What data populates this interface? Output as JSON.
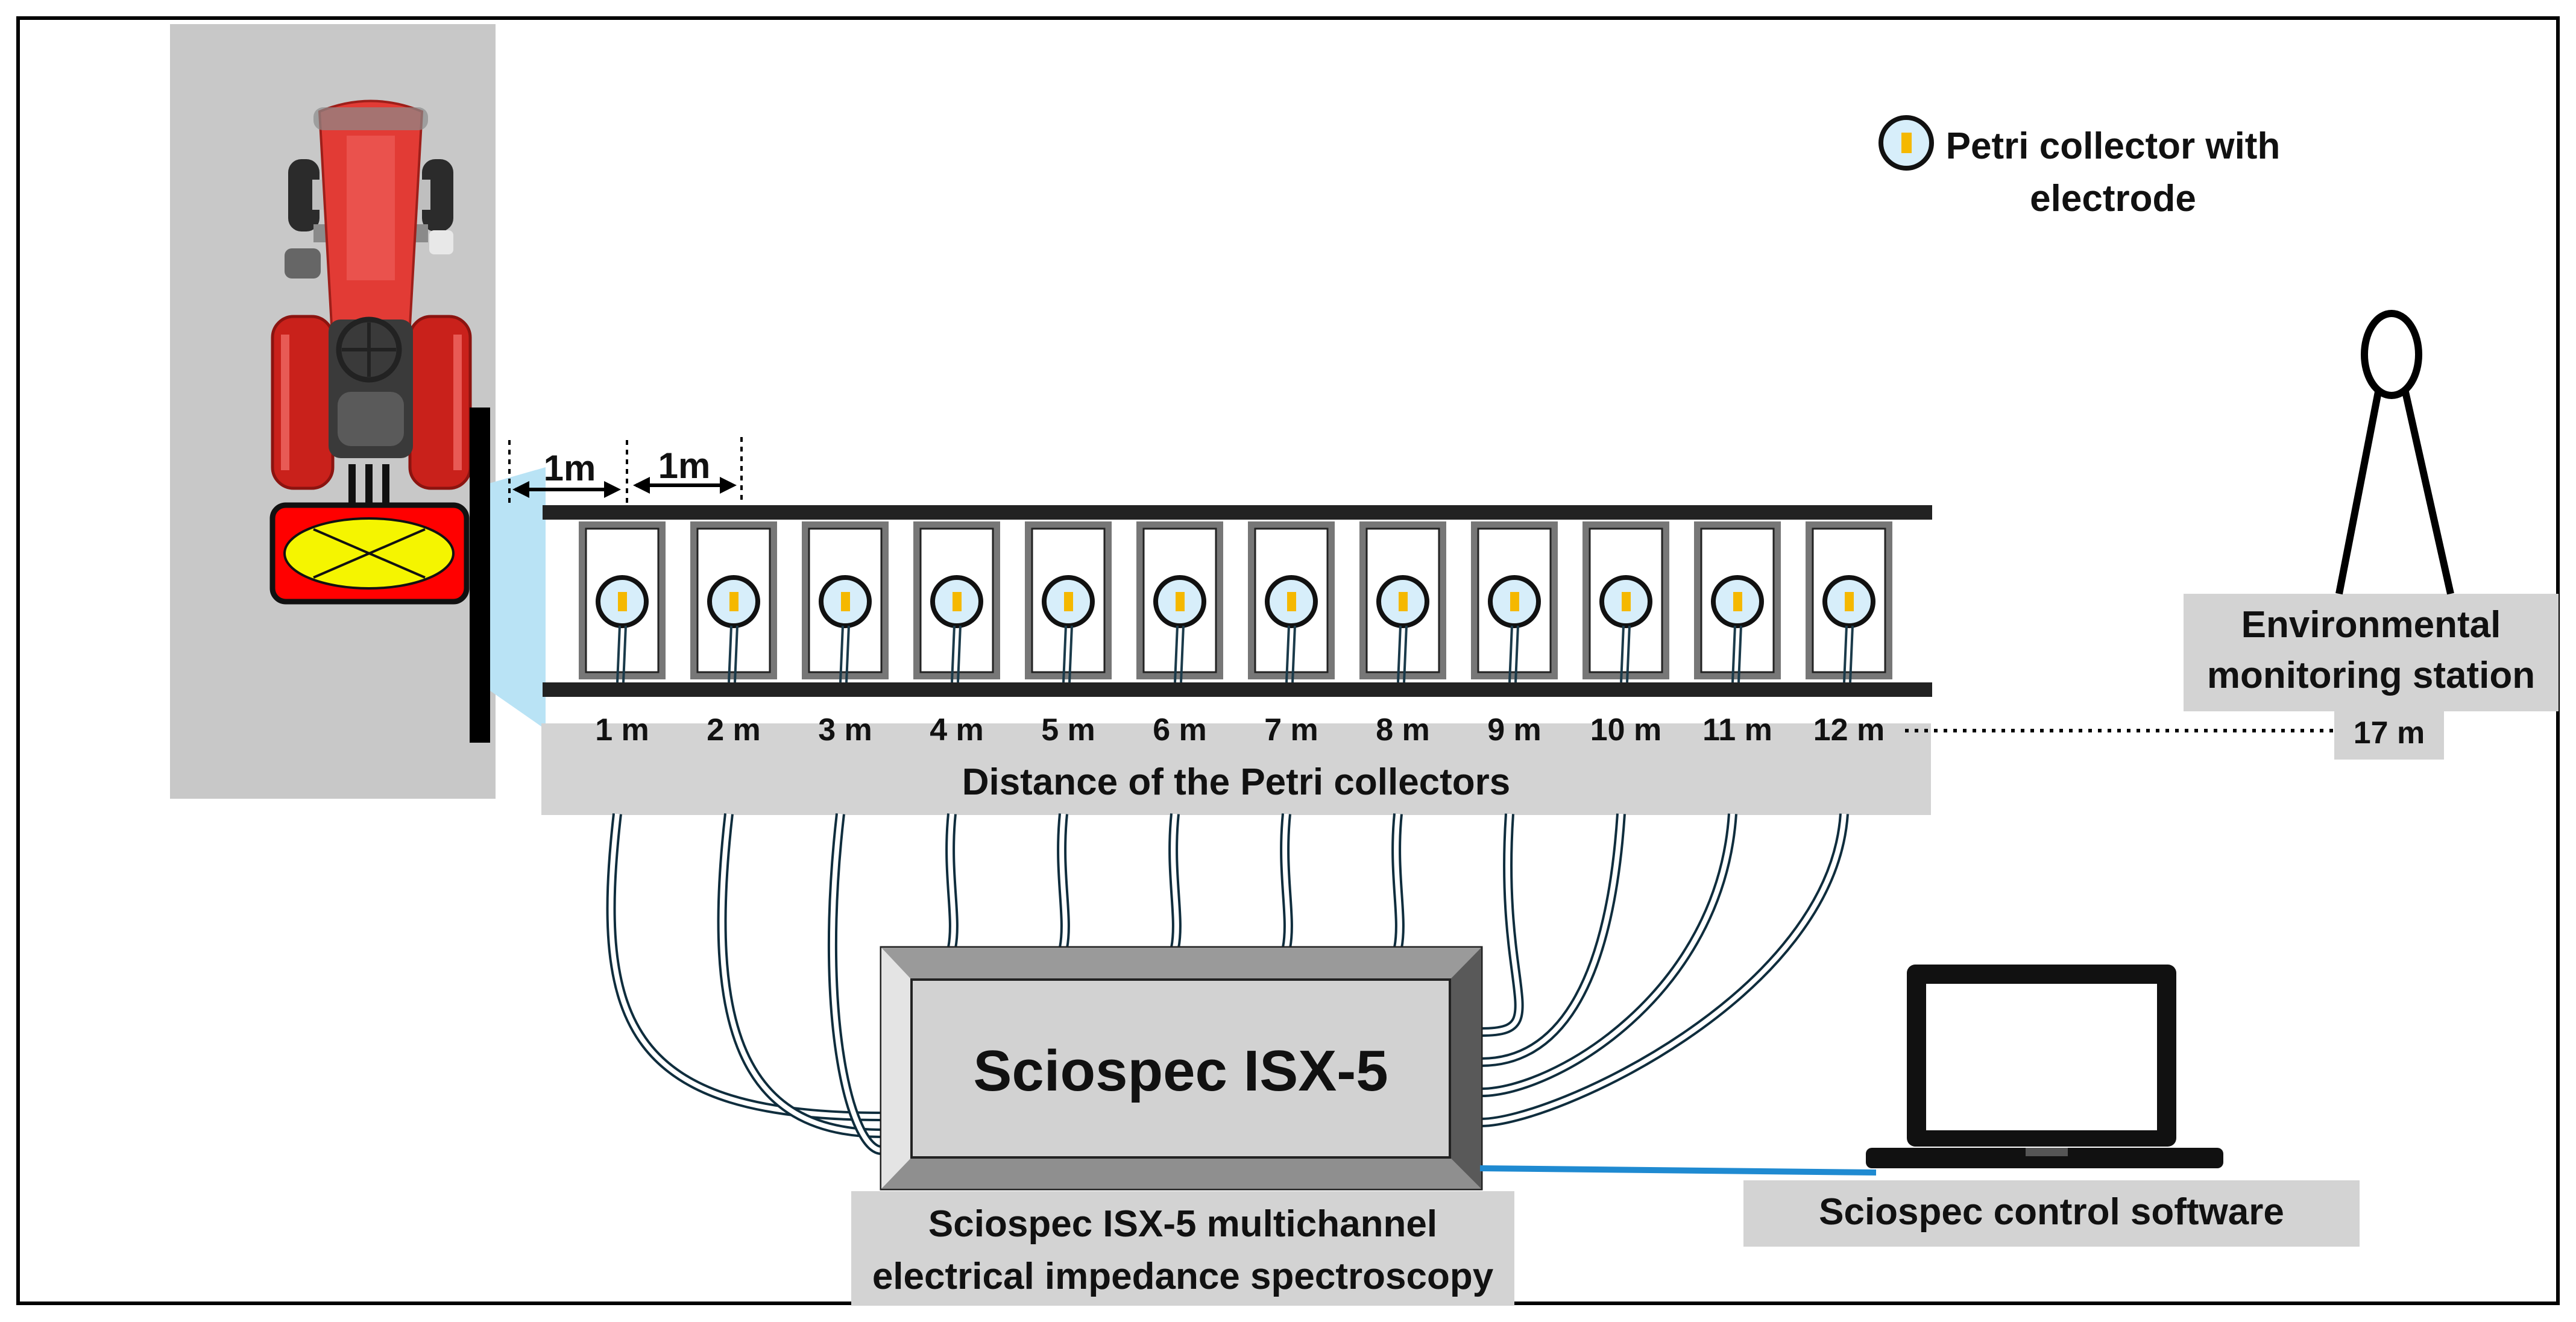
{
  "legend": {
    "label": "Petri collector with electrode"
  },
  "spacing": {
    "first": "1m",
    "second": "1m"
  },
  "distances": [
    "1 m",
    "2 m",
    "3 m",
    "4 m",
    "5 m",
    "6 m",
    "7 m",
    "8 m",
    "9 m",
    "10 m",
    "11 m",
    "12 m"
  ],
  "distance_caption": "Distance of the Petri collectors",
  "station": {
    "label": "Environmental monitoring station",
    "distance": "17 m"
  },
  "device": {
    "name": "Sciospec ISX-5",
    "caption": "Sciospec ISX-5 multichannel electrical impedance spectroscopy"
  },
  "software": {
    "caption": "Sciospec control software"
  },
  "colors": {
    "tractor_red": "#e23b35",
    "sprayer_yellow": "#f5f500",
    "spray_cone": "#b9e3f5",
    "electrode": "#f5b800",
    "cable_blue": "#1f8ad1",
    "label_bg": "#d3d3d3"
  }
}
